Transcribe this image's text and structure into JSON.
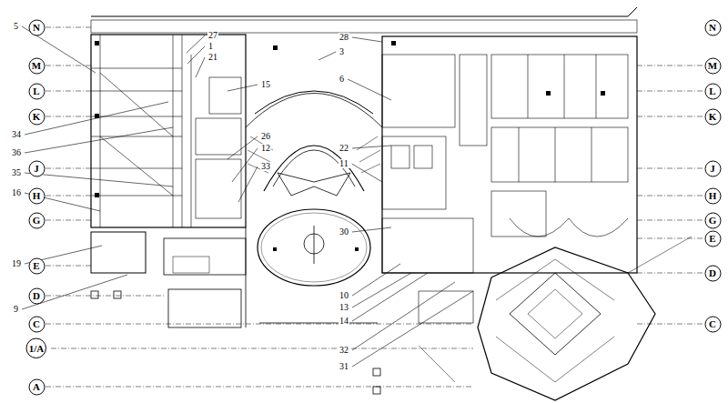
{
  "diagram": {
    "nodes": [
      {
        "text": [
          "N"
        ]
      },
      {
        "text": [
          "M"
        ]
      },
      {
        "text": [
          "L"
        ]
      },
      {
        "text": [
          "K"
        ]
      },
      {
        "text": [
          "J"
        ]
      },
      {
        "text": [
          "H"
        ]
      },
      {
        "text": [
          "G"
        ]
      },
      {
        "text": [
          "E"
        ]
      },
      {
        "text": [
          "D"
        ]
      },
      {
        "text": [
          "C"
        ]
      },
      {
        "text": [
          "1/A"
        ]
      },
      {
        "text": [
          "A"
        ]
      },
      {
        "text": [
          "N"
        ]
      },
      {
        "text": [
          "M"
        ]
      },
      {
        "text": [
          "L"
        ]
      },
      {
        "text": [
          "K"
        ]
      },
      {
        "text": [
          "J"
        ]
      },
      {
        "text": [
          "H"
        ]
      },
      {
        "text": [
          "G"
        ]
      },
      {
        "text": [
          "E"
        ]
      },
      {
        "text": [
          "D"
        ]
      },
      {
        "text": [
          "C"
        ]
      }
    ],
    "labels": [
      "5",
      "34",
      "36",
      "35",
      "16",
      "19",
      "9",
      "27",
      "1",
      "21",
      "15",
      "28",
      "3",
      "6",
      "26",
      "12",
      "33",
      "22",
      "11",
      "30",
      "10",
      "13",
      "14",
      "32",
      "31"
    ]
  }
}
